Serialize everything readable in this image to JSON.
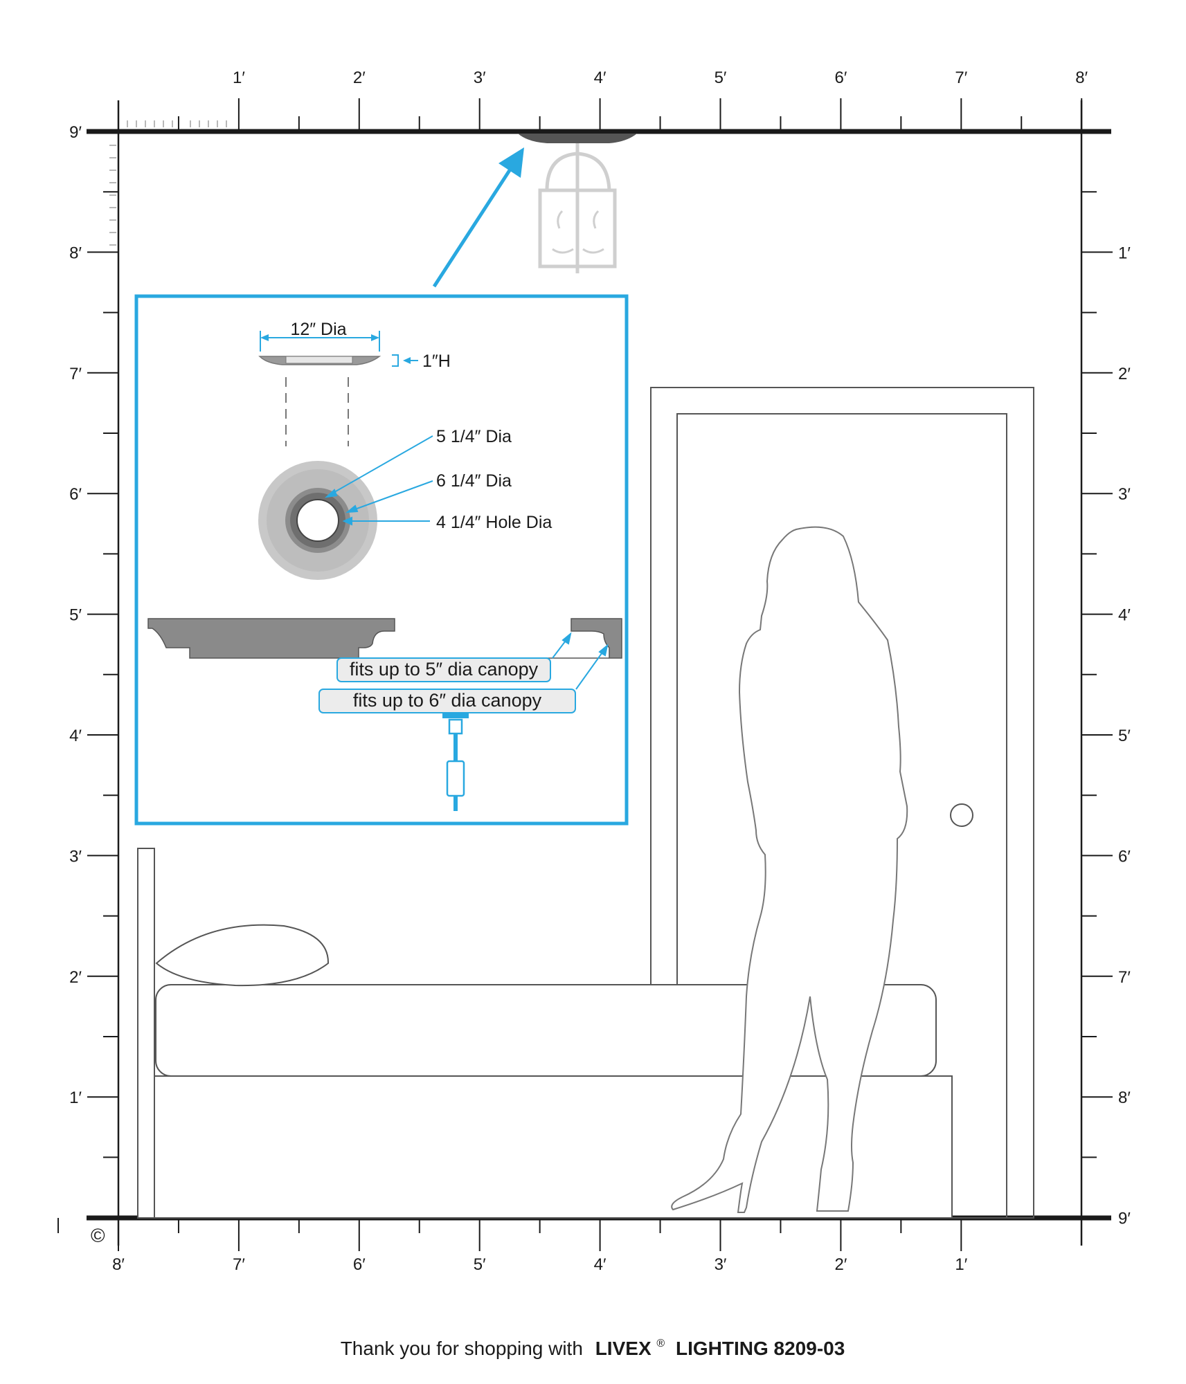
{
  "scale": {
    "top_labels": [
      "1′",
      "2′",
      "3′",
      "4′",
      "5′",
      "6′",
      "7′",
      "8′"
    ],
    "bottom_labels": [
      "8′",
      "7′",
      "6′",
      "5′",
      "4′",
      "3′",
      "2′",
      "1′"
    ],
    "left_labels": [
      "9′",
      "8′",
      "7′",
      "6′",
      "5′",
      "4′",
      "3′",
      "2′",
      "1′"
    ],
    "right_labels": [
      "1′",
      "2′",
      "3′",
      "4′",
      "5′",
      "6′",
      "7′",
      "8′",
      "9′"
    ]
  },
  "inset": {
    "dia_label": "12″ Dia",
    "height_label": "1″H",
    "inner_dia_label": "5 1/4″ Dia",
    "outer_ring_label": "6  1/4″ Dia",
    "hole_label": "4  1/4″  Hole Dia",
    "canopy_5_label": "fits up to  5″ dia canopy",
    "canopy_6_label": "fits up to   6″ dia canopy"
  },
  "copyright": "©",
  "footer": {
    "thanks": "Thank you for shopping with",
    "brand": "LIVEX",
    "registered": "®",
    "product": "LIGHTING 8209-03"
  },
  "colors": {
    "accent": "#29a8e0",
    "line": "#1a1a1a",
    "outline": "#555555",
    "fixture_gray": "#c9c9c9"
  }
}
